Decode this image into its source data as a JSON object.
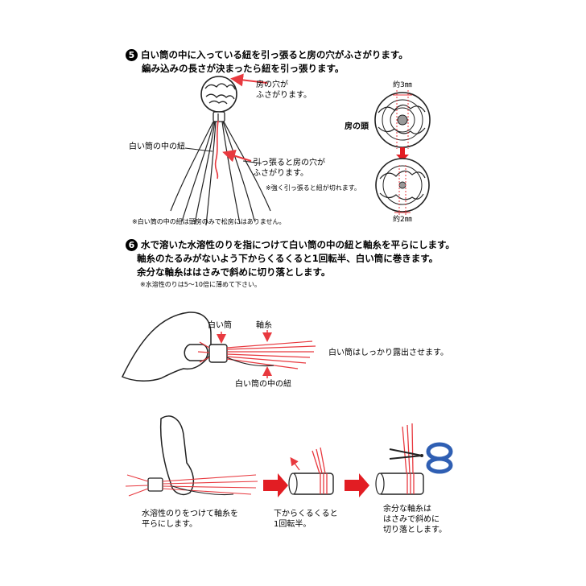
{
  "step5": {
    "number": "5",
    "line1": "白い筒の中に入っている紐を引っ張ると房の穴がふさがります。",
    "line2": "編み込みの長さが決まったら紐を引っ張ります。",
    "label_hole_closes": "房の穴が\nふさがります。",
    "label_inner_cord": "白い筒の中の紐",
    "label_pull_closes": "引っ張ると房の穴が\nふさがります。",
    "note_pull_hard": "※強く引っ張ると紐が切れます。",
    "note_tassel_only": "※白い筒の中の紐は頭房のみで松房にはありません。",
    "head_label": "房の頭",
    "size_before": "約3㎜",
    "size_after": "約2㎜"
  },
  "step6": {
    "number": "6",
    "line1": "水で溶いた水溶性のりを指につけて白い筒の中の紐と軸糸を平らにします。",
    "line2": "軸糸のたるみがないよう下からくるくると1回転半、白い筒に巻きます。",
    "line3": "余分な軸糸ははさみで斜めに切り落とします。",
    "note_glue": "※水溶性のりは5〜10倍に薄めて下さい。",
    "label_white_tube": "白い筒",
    "label_axis_thread": "軸糸",
    "label_inner_cord": "白い筒の中の紐",
    "label_expose": "白い筒はしっかり露出させます。",
    "caption_flatten": "水溶性のりをつけて軸糸を\n平らにします。",
    "caption_wrap": "下からくるくると\n1回転半。",
    "caption_cut": "余分な軸糸は\nはさみで斜めに\n切り落とします。"
  },
  "colors": {
    "thread": "#e8393f",
    "ink": "#222222",
    "scissors": "#2f5fb3",
    "arrow": "#e21d23"
  },
  "icons": [
    "tassel-head-icon",
    "scissors-icon",
    "red-arrow-icon",
    "hand-icon"
  ]
}
